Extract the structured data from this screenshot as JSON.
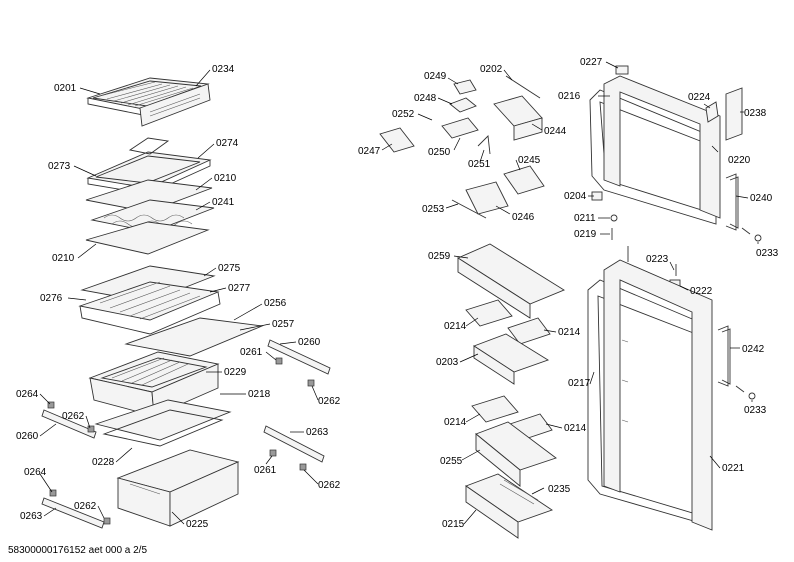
{
  "footer_text": "58300000176152 aet 000 a 2/5",
  "labels": [
    {
      "id": "l0201",
      "text": "0201"
    },
    {
      "id": "l0234",
      "text": "0234"
    },
    {
      "id": "l0273",
      "text": "0273"
    },
    {
      "id": "l0274",
      "text": "0274"
    },
    {
      "id": "l0210a",
      "text": "0210"
    },
    {
      "id": "l0241",
      "text": "0241"
    },
    {
      "id": "l0210b",
      "text": "0210"
    },
    {
      "id": "l0275",
      "text": "0275"
    },
    {
      "id": "l0276",
      "text": "0276"
    },
    {
      "id": "l0277",
      "text": "0277"
    },
    {
      "id": "l0256",
      "text": "0256"
    },
    {
      "id": "l0257",
      "text": "0257"
    },
    {
      "id": "l0260a",
      "text": "0260"
    },
    {
      "id": "l0261a",
      "text": "0261"
    },
    {
      "id": "l0229",
      "text": "0229"
    },
    {
      "id": "l0218",
      "text": "0218"
    },
    {
      "id": "l0262a",
      "text": "0262"
    },
    {
      "id": "l0264a",
      "text": "0264"
    },
    {
      "id": "l0262b",
      "text": "0262"
    },
    {
      "id": "l0260b",
      "text": "0260"
    },
    {
      "id": "l0263a",
      "text": "0263"
    },
    {
      "id": "l0228",
      "text": "0228"
    },
    {
      "id": "l0261b",
      "text": "0261"
    },
    {
      "id": "l0262c",
      "text": "0262"
    },
    {
      "id": "l0264b",
      "text": "0264"
    },
    {
      "id": "l0262d",
      "text": "0262"
    },
    {
      "id": "l0263b",
      "text": "0263"
    },
    {
      "id": "l0225",
      "text": "0225"
    },
    {
      "id": "l0249",
      "text": "0249"
    },
    {
      "id": "l0202",
      "text": "0202"
    },
    {
      "id": "l0248",
      "text": "0248"
    },
    {
      "id": "l0252",
      "text": "0252"
    },
    {
      "id": "l0244",
      "text": "0244"
    },
    {
      "id": "l0247",
      "text": "0247"
    },
    {
      "id": "l0250",
      "text": "0250"
    },
    {
      "id": "l0251",
      "text": "0251"
    },
    {
      "id": "l0245",
      "text": "0245"
    },
    {
      "id": "l0253",
      "text": "0253"
    },
    {
      "id": "l0246",
      "text": "0246"
    },
    {
      "id": "l0227",
      "text": "0227"
    },
    {
      "id": "l0216",
      "text": "0216"
    },
    {
      "id": "l0224",
      "text": "0224"
    },
    {
      "id": "l0238",
      "text": "0238"
    },
    {
      "id": "l0220",
      "text": "0220"
    },
    {
      "id": "l0204",
      "text": "0204"
    },
    {
      "id": "l0240",
      "text": "0240"
    },
    {
      "id": "l0211",
      "text": "0211"
    },
    {
      "id": "l0219",
      "text": "0219"
    },
    {
      "id": "l0233a",
      "text": "0233"
    },
    {
      "id": "l0259",
      "text": "0259"
    },
    {
      "id": "l0223",
      "text": "0223"
    },
    {
      "id": "l0222",
      "text": "0222"
    },
    {
      "id": "l0214a",
      "text": "0214"
    },
    {
      "id": "l0214b",
      "text": "0214"
    },
    {
      "id": "l0242",
      "text": "0242"
    },
    {
      "id": "l0203",
      "text": "0203"
    },
    {
      "id": "l0217",
      "text": "0217"
    },
    {
      "id": "l0233b",
      "text": "0233"
    },
    {
      "id": "l0214c",
      "text": "0214"
    },
    {
      "id": "l0214d",
      "text": "0214"
    },
    {
      "id": "l0255",
      "text": "0255"
    },
    {
      "id": "l0221",
      "text": "0221"
    },
    {
      "id": "l0235",
      "text": "0235"
    },
    {
      "id": "l0215",
      "text": "0215"
    }
  ]
}
